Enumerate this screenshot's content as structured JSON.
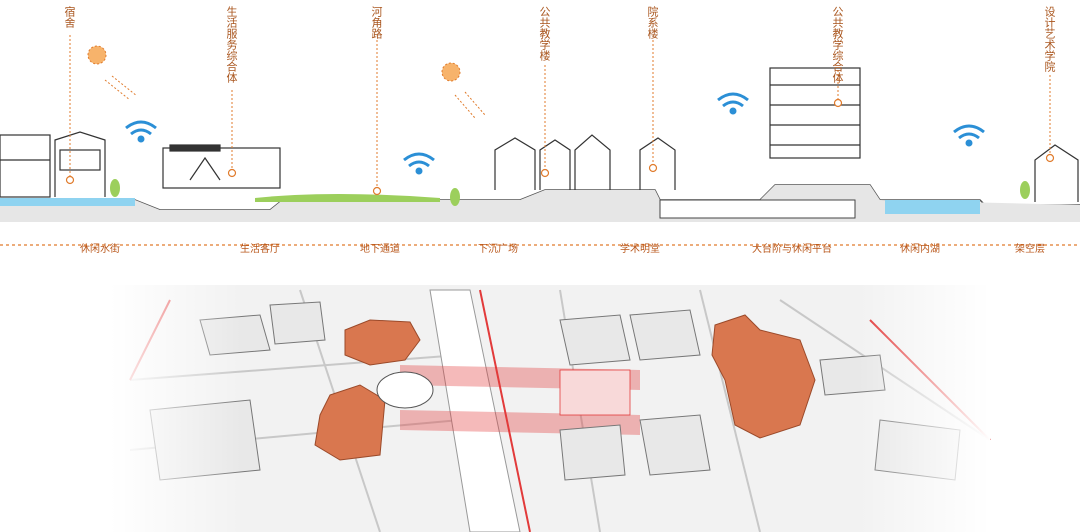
{
  "section_labels": [
    {
      "id": "dorm",
      "text": "宿舍"
    },
    {
      "id": "life-complex",
      "text": "生活服务综合体"
    },
    {
      "id": "river-road",
      "text": "河角路"
    },
    {
      "id": "public-teaching",
      "text": "公共教学楼"
    },
    {
      "id": "department",
      "text": "院系楼"
    },
    {
      "id": "public-teaching-complex",
      "text": "公共教学综合体"
    },
    {
      "id": "design-art",
      "text": "设计艺术学院"
    }
  ],
  "zones": [
    {
      "id": "leisure-water-street",
      "text": "休闲水街"
    },
    {
      "id": "living-room",
      "text": "生活客厅"
    },
    {
      "id": "underpass",
      "text": "地下通道"
    },
    {
      "id": "sunken-plaza",
      "text": "下沉广场"
    },
    {
      "id": "academic-hall",
      "text": "学术明堂"
    },
    {
      "id": "terrace-platform",
      "text": "大台阶与休闲平台"
    },
    {
      "id": "inner-lake",
      "text": "休闲内湖"
    },
    {
      "id": "stilt-floor",
      "text": "架空层"
    }
  ],
  "colors": {
    "accent": "#e07b2c",
    "label": "#a9551d",
    "wifi": "#2b8fd6",
    "water": "#8fd3f0",
    "highlight_red": "#e23a3a",
    "building_orange": "#d9774f"
  }
}
